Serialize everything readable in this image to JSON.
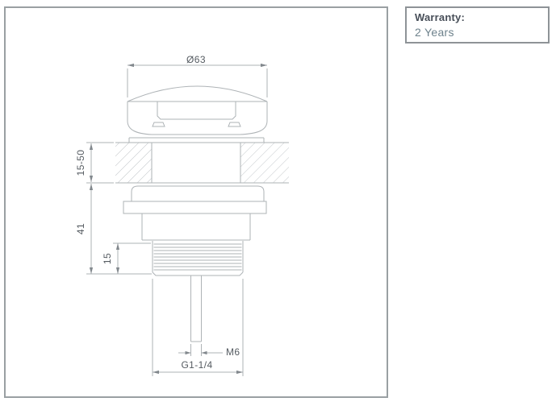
{
  "warranty": {
    "label": "Warranty:",
    "value": "2 Years"
  },
  "drawing": {
    "title": "basin-waste-fitting-section-drawing",
    "labels": {
      "cap_diameter": "Ø63",
      "mounting_thickness": "15-50",
      "body_length": "41",
      "thread_length": "15",
      "pin_thread": "M6",
      "connection_thread": "G1-1/4"
    },
    "colors": {
      "line": "#aeb3b6",
      "hatch": "#c2c6c9",
      "label_text": "#555b61",
      "arrow": "#82888d",
      "panel_border": "#9aa0a3",
      "warranty_border": "#8e9397",
      "warranty_label_text": "#474e58",
      "warranty_value_text": "#6e828c"
    }
  }
}
